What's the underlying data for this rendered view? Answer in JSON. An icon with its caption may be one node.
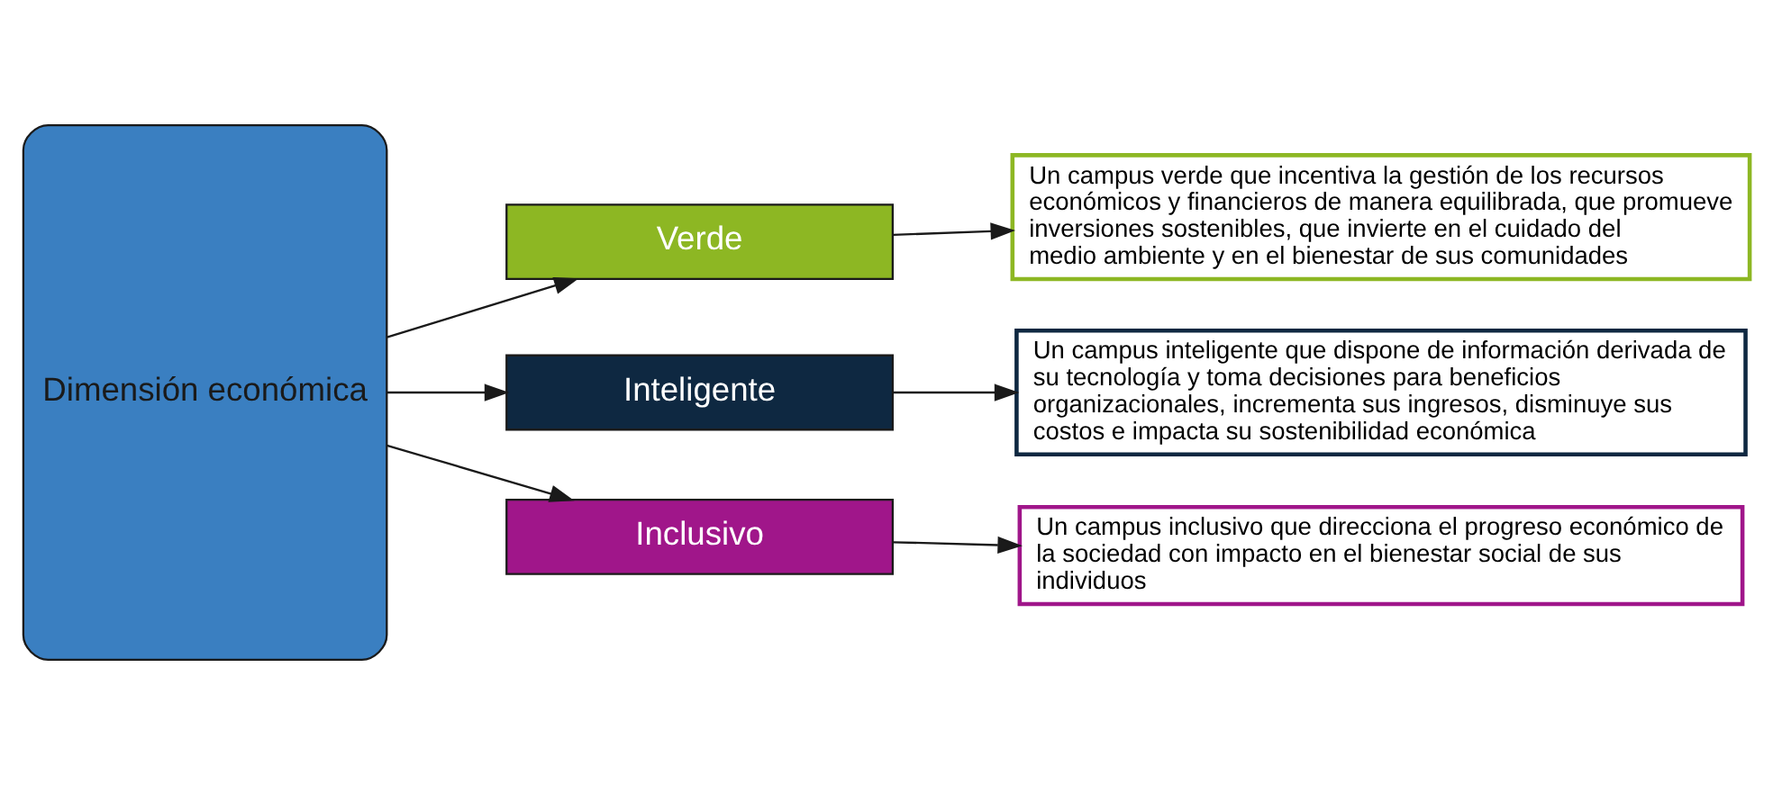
{
  "diagram": {
    "nodes": [
      {
        "text": [
          "Dimensión económica"
        ]
      },
      {
        "text": [
          "Verde"
        ]
      },
      {
        "text": [
          "Inteligente"
        ]
      },
      {
        "text": [
          "Inclusivo"
        ]
      },
      {
        "text": [
          "Un campus verde que incentiva la gestión de los recursos económicos y financieros de manera equilibrada, que promueve inversiones sostenibles, que invierte en el cuidado del medio ambiente y en el bienestar de sus comunidades"
        ]
      },
      {
        "text": [
          "Un campus inteligente que dispone de información derivada de su tecnología y toma decisiones para beneficios organizacionales, incrementa sus ingresos, disminuye sus costos e impacta su sostenibilidad económica"
        ]
      },
      {
        "text": [
          "Un campus inclusivo que direcciona el progreso económico de la sociedad con impacto en el bienestar social de sus individuos"
        ]
      }
    ],
    "edges": [
      {
        "from": 0,
        "to": 1,
        "arrow": "to"
      },
      {
        "from": 0,
        "to": 2,
        "arrow": "to"
      },
      {
        "from": 0,
        "to": 3,
        "arrow": "to"
      },
      {
        "from": 1,
        "to": 4,
        "arrow": "to"
      },
      {
        "from": 2,
        "to": 5,
        "arrow": "to"
      },
      {
        "from": 3,
        "to": 6,
        "arrow": "to"
      }
    ]
  }
}
